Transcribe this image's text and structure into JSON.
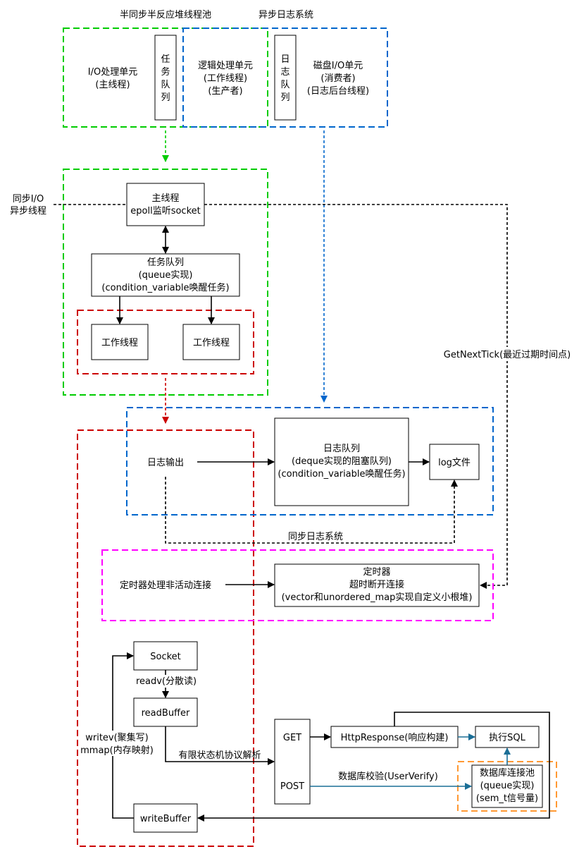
{
  "top": {
    "half_sync_title": "半同步半反应堆线程池",
    "async_log_title": "异步日志系统",
    "io_unit": [
      "I/O处理单元",
      "(主线程)"
    ],
    "task_queue_vertical": [
      "任",
      "务",
      "队",
      "列"
    ],
    "logic_unit": [
      "逻辑处理单元",
      "(工作线程)",
      "(生产者)"
    ],
    "log_queue_vertical": [
      "日",
      "志",
      "队",
      "列"
    ],
    "disk_unit": [
      "磁盘I/O单元",
      "(消费者)",
      "(日志后台线程)"
    ]
  },
  "side_label": [
    "同步I/O",
    "异步线程"
  ],
  "main_thread": [
    "主线程",
    "epoll监听socket"
  ],
  "task_queue": [
    "任务队列",
    "(queue实现)",
    "(condition_variable唤醒任务)"
  ],
  "worker1": "工作线程",
  "worker2": "工作线程",
  "get_next_tick": "GetNextTick(最近过期时间点)",
  "log_output": "日志输出",
  "log_queue": [
    "日志队列",
    "(deque实现的阻塞队列)",
    "(condition_variable唤醒任务)"
  ],
  "log_file": "log文件",
  "sync_log": "同步日志系统",
  "timer_handler": "定时器处理非活动连接",
  "timer": [
    "定时器",
    "超时断开连接",
    "(vector和unordered_map实现自定义小根堆)"
  ],
  "socket": "Socket",
  "readv": "readv(分散读)",
  "read_buffer": "readBuffer",
  "writev": [
    "writev(聚集写)",
    "mmap(内存映射)"
  ],
  "fsm": "有限状态机协议解析",
  "get": "GET",
  "post": "POST",
  "http_response": "HttpResponse(响应构建)",
  "exec_sql": "执行SQL",
  "user_verify": "数据库校验(UserVerify)",
  "db_pool": [
    "数据库连接池",
    "(queue实现)",
    "(sem_t信号量)"
  ],
  "write_buffer": "writeBuffer",
  "colors": {
    "green": "#00cc00",
    "blue": "#0066cc",
    "red": "#cc0000",
    "magenta": "#ff00ff",
    "orange": "#ff9933",
    "teal": "#1a6e96"
  }
}
